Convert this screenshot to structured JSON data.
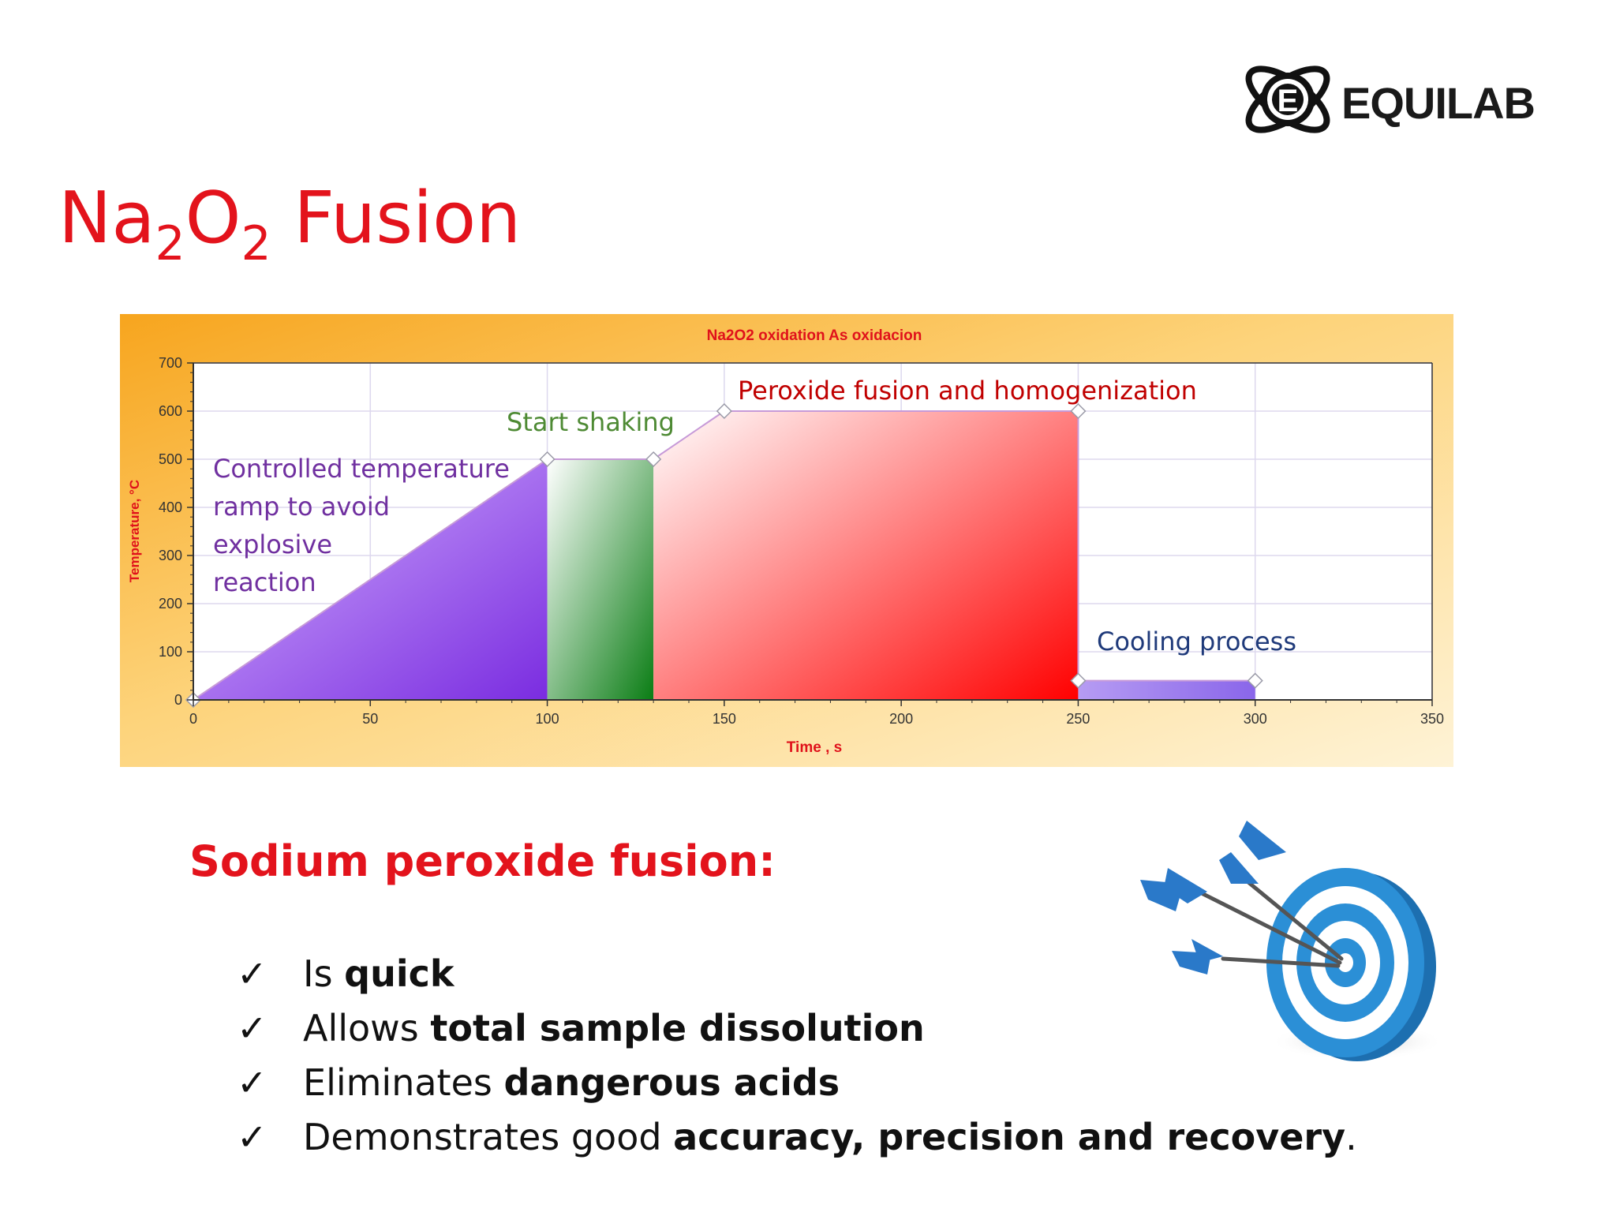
{
  "logo": {
    "brand": "EQUILAB",
    "mark_letter": "E"
  },
  "title": {
    "base_a": "Na",
    "sub_a": "2",
    "base_b": "O",
    "sub_b": "2",
    "rest": " Fusion"
  },
  "chart_data": {
    "type": "area",
    "title": "Na2O2 oxidation  As  oxidacion",
    "xlabel": "Time , s",
    "ylabel": "Temperature, °C",
    "xlim": [
      0,
      350
    ],
    "ylim": [
      0,
      700
    ],
    "xticks": [
      0,
      50,
      100,
      150,
      200,
      250,
      300,
      350
    ],
    "yticks": [
      0,
      100,
      200,
      300,
      400,
      500,
      600,
      700
    ],
    "grid": true,
    "line_points": [
      [
        0,
        0
      ],
      [
        100,
        500
      ],
      [
        130,
        500
      ],
      [
        150,
        600
      ],
      [
        250,
        600
      ],
      [
        250,
        40
      ],
      [
        300,
        40
      ]
    ],
    "series": [
      {
        "name": "Controlled temperature ramp to avoid explosive reaction",
        "points": [
          [
            0,
            0
          ],
          [
            100,
            500
          ]
        ],
        "color": "#8a3fe6"
      },
      {
        "name": "Start shaking",
        "points": [
          [
            100,
            500
          ],
          [
            130,
            500
          ]
        ],
        "color": "#0f8a1a"
      },
      {
        "name": "Peroxide fusion and homogenization",
        "points": [
          [
            130,
            500
          ],
          [
            150,
            600
          ],
          [
            250,
            600
          ]
        ],
        "color": "#ff1010"
      },
      {
        "name": "Cooling process",
        "points": [
          [
            250,
            40
          ],
          [
            300,
            40
          ]
        ],
        "color": "#9c7ef0"
      }
    ],
    "annotations": {
      "ramp": [
        "Controlled temperature",
        "ramp to avoid",
        "explosive",
        "reaction"
      ],
      "shaking": "Start shaking",
      "fusion": "Peroxide fusion and homogenization",
      "cooling": "Cooling process"
    },
    "colors": {
      "ramp_label": "#7030a0",
      "shaking_label": "#4e8a34",
      "fusion_label": "#c00000",
      "cooling_label": "#1f3a7a",
      "axis_text": "#e0121b"
    }
  },
  "subheading": "Sodium peroxide fusion:",
  "check_mark": "✓",
  "benefits": [
    {
      "plain": "Is ",
      "bold": "quick",
      "tail": ""
    },
    {
      "plain": "Allows ",
      "bold": "total sample dissolution",
      "tail": ""
    },
    {
      "plain": "Eliminates ",
      "bold": "dangerous acids",
      "tail": ""
    },
    {
      "plain": "Demonstrates good ",
      "bold": "accuracy, precision and recovery",
      "tail": "."
    }
  ],
  "illustration": {
    "icon": "dartboard-with-darts-icon"
  }
}
